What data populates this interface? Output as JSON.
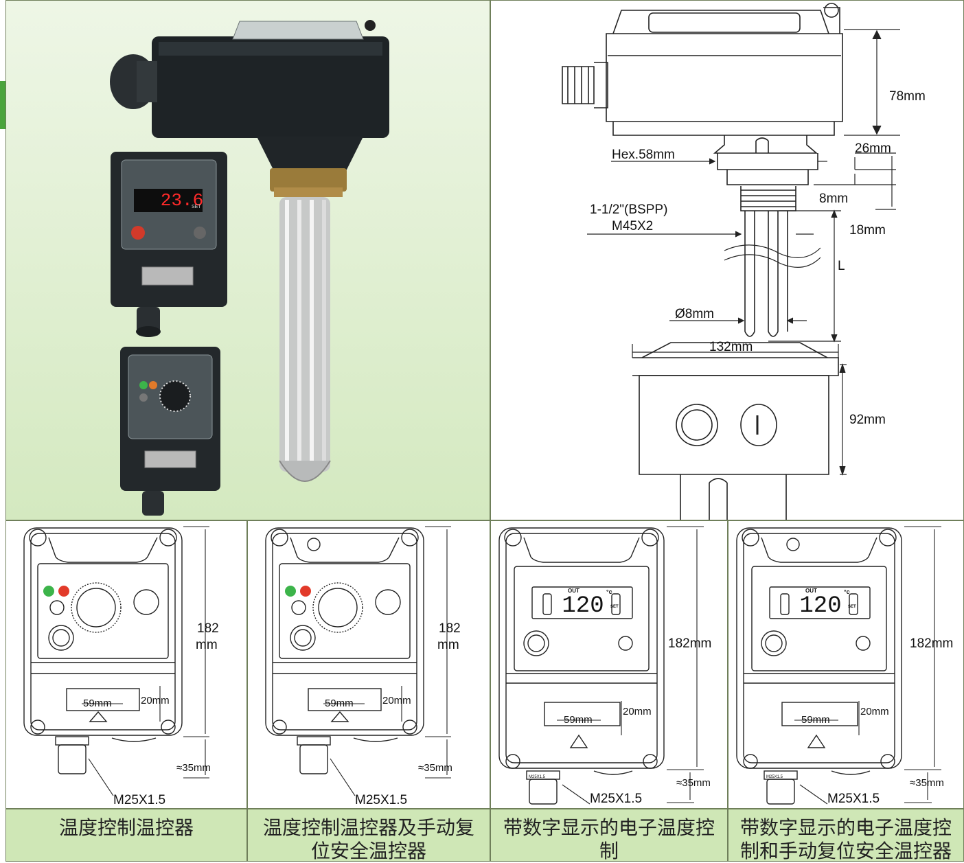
{
  "photo_panel": {
    "display_reading": "23.6",
    "display_unit": "SET"
  },
  "main_drawing": {
    "dim_78": "78mm",
    "dim_26": "26mm",
    "dim_hex": "Hex.58mm",
    "dim_8": "8mm",
    "dim_bspp": "1-1/2\"(BSPP)",
    "dim_m45": "M45X2",
    "dim_18": "18mm",
    "dim_L": "L",
    "dim_d8": "Ø8mm",
    "dim_132": "132mm",
    "dim_92": "92mm"
  },
  "variants": [
    {
      "height_line1": "182",
      "height_line2": "mm",
      "label_width": "59mm",
      "label_height": "20mm",
      "gland_height": "≈35mm",
      "gland_thread": "M25X1.5",
      "caption": "温度控制温控器",
      "caption_line2": ""
    },
    {
      "height_line1": "182",
      "height_line2": "mm",
      "label_width": "59mm",
      "label_height": "20mm",
      "gland_height": "≈35mm",
      "gland_thread": "M25X1.5",
      "caption": "温度控制温控器及手动复",
      "caption_line2": "位安全温控器"
    },
    {
      "height_line1": "182mm",
      "height_line2": "",
      "label_width": "59mm",
      "label_height": "20mm",
      "gland_height": "≈35mm",
      "gland_thread": "M25X1.5",
      "caption": "带数字显示的电子温度控",
      "caption_line2": "制",
      "display_value": "120",
      "display_unit": "°c",
      "display_out": "OUT",
      "display_set": "SET",
      "gland_tag": "M25X1.5"
    },
    {
      "height_line1": "182mm",
      "height_line2": "",
      "label_width": "59mm",
      "label_height": "20mm",
      "gland_height": "≈35mm",
      "gland_thread": "M25X1.5",
      "caption": "带数字显示的电子温度控",
      "caption_line2": "制和手动复位安全温控器",
      "display_value": "120",
      "display_unit": "°c",
      "display_out": "OUT",
      "display_set": "SET",
      "gland_tag": "M25X1.5"
    }
  ],
  "colors": {
    "panel_green": "#d4e9c0",
    "caption_green": "#cfe7b6",
    "accent_tab": "#4aa43c",
    "led_green": "#3cb44a",
    "led_red": "#e23a2a",
    "display_red": "#ff2a2a"
  }
}
